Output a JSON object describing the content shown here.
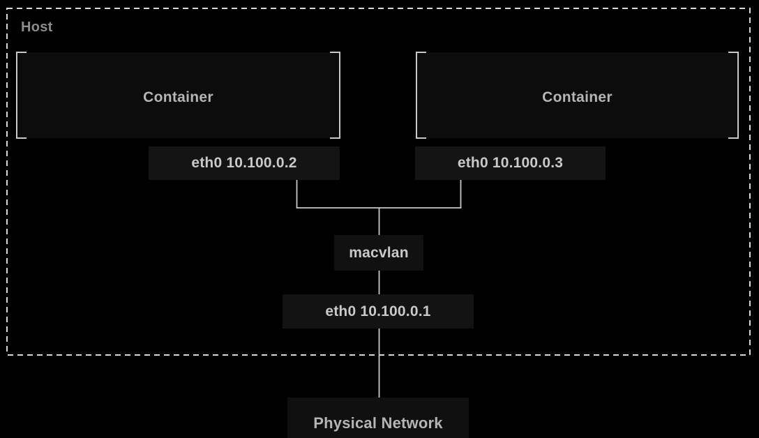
{
  "host": {
    "label": "Host"
  },
  "containers": [
    {
      "label": "Container",
      "interface": "eth0 10.100.0.2"
    },
    {
      "label": "Container",
      "interface": "eth0 10.100.0.3"
    }
  ],
  "macvlan_label": "macvlan",
  "host_interface": "eth0 10.100.0.1",
  "physical_network_label": "Physical Network",
  "colors": {
    "background": "#000000",
    "container_fill": "#0c0c0c",
    "label_box_fill": "#141414",
    "bracket": "#c9c9c9",
    "dashed_border": "#d9d9d9",
    "connector_line": "#c9c9c9",
    "text_primary": "#c9c9c9",
    "text_container": "#b5b5b5",
    "text_host": "#8c8c8c"
  }
}
